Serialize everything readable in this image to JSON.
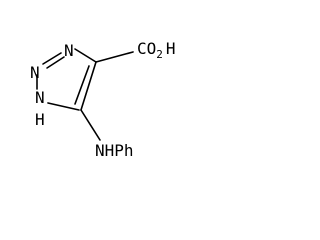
{
  "molecule": {
    "atoms": {
      "n_top": "N",
      "n_left": "N",
      "n_h_top": "N",
      "n_h_bottom": "H",
      "carboxyl": "CO",
      "carboxyl_sub": "2",
      "carboxyl_h": "H",
      "amino": "NHPh"
    }
  }
}
